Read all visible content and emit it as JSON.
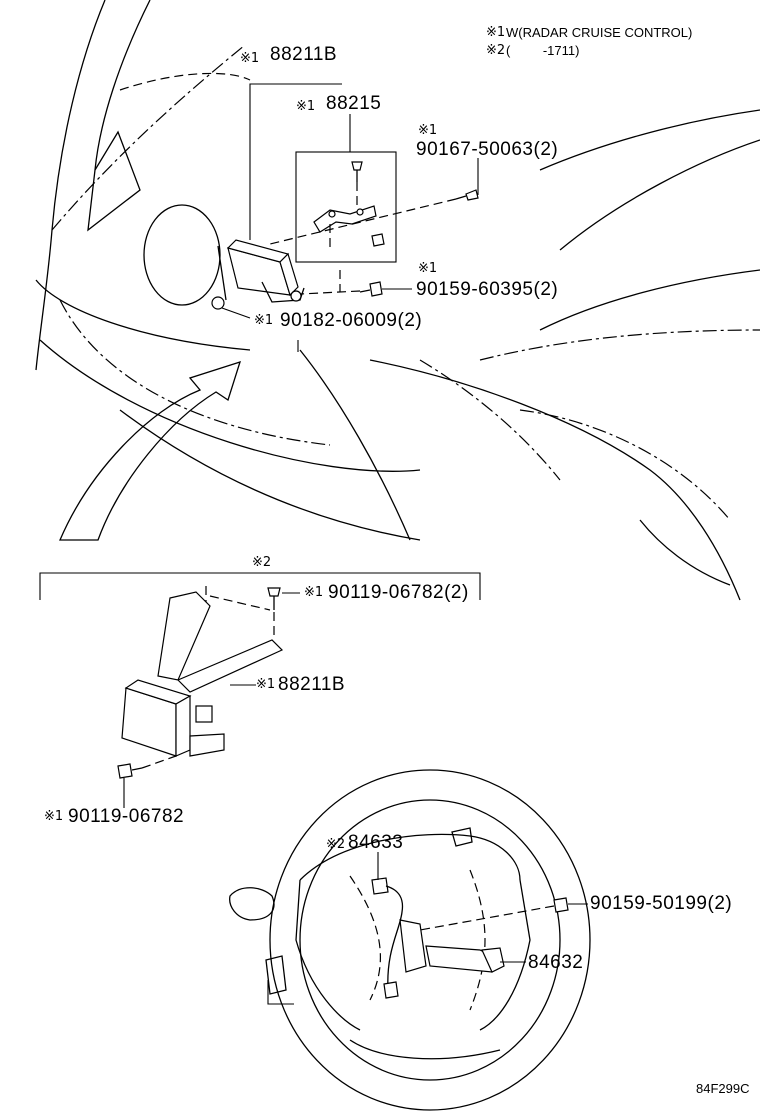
{
  "notes": {
    "note1_mark": "※1",
    "note1_text": "W(RADAR CRUISE CONTROL)",
    "note2_mark": "※2",
    "note2_text": "(         -1711)"
  },
  "callouts": {
    "c1": {
      "mark": "※1",
      "part": "88211B"
    },
    "c2": {
      "mark": "※1",
      "part": "88215"
    },
    "c3": {
      "mark": "※1",
      "part": "90167-50063(2)"
    },
    "c4": {
      "mark": "※1",
      "part": "90159-60395(2)"
    },
    "c5": {
      "mark": "※1",
      "part": "90182-06009(2)"
    },
    "group2_mark": "※2",
    "c6": {
      "mark": "※1",
      "part": "90119-06782(2)"
    },
    "c7": {
      "mark": "※1",
      "part": "88211B"
    },
    "c8": {
      "mark": "※1",
      "part": "90119-06782"
    },
    "c9": {
      "mark": "※2",
      "part": "84633"
    },
    "c10": {
      "part": "90159-50199(2)"
    },
    "c11": {
      "part": "84632"
    }
  },
  "drawing_code": "84F299C"
}
